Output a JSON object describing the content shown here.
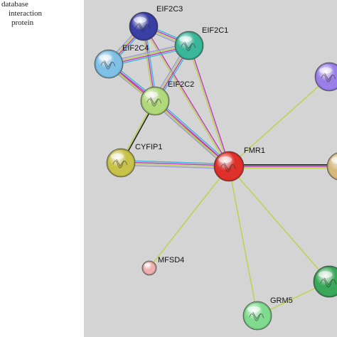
{
  "legend": {
    "lines": [
      "database",
      "interaction",
      "protein"
    ]
  },
  "colors": {
    "panel_bg": "#d4d4d4",
    "edge_database": "#3ab8d8",
    "edge_experimental": "#c436c4",
    "edge_textmining": "#b8d444",
    "edge_coexpression": "#222222",
    "edge_homology": "#9a9ae0"
  },
  "nodes": [
    {
      "id": "EIF2C3",
      "label": "EIF2C3",
      "color": "#3a3fa6",
      "icon": "protein-structure-icon"
    },
    {
      "id": "EIF2C1",
      "label": "EIF2C1",
      "color": "#3ab79a",
      "icon": "protein-structure-icon"
    },
    {
      "id": "EIF2C4",
      "label": "EIF2C4",
      "color": "#7fc0e6",
      "icon": "protein-structure-icon"
    },
    {
      "id": "EIF2C2",
      "label": "EIF2C2",
      "color": "#b0d97a",
      "icon": "protein-structure-icon"
    },
    {
      "id": "CYFIP1",
      "label": "CYFIP1",
      "color": "#c9c24a",
      "icon": "protein-structure-icon"
    },
    {
      "id": "FMR1",
      "label": "FMR1",
      "color": "#e0302a",
      "icon": "protein-structure-icon"
    },
    {
      "id": "MFSD4",
      "label": "MFSD4",
      "color": "#f0b0b0",
      "icon": "protein-node-icon"
    },
    {
      "id": "GRM5",
      "label": "GRM5",
      "color": "#7fdc8f",
      "icon": "protein-structure-icon"
    },
    {
      "id": "NODE_R1",
      "label": "",
      "color": "#9a7fe8",
      "icon": "protein-structure-icon"
    },
    {
      "id": "NODE_R2",
      "label": "",
      "color": "#d6b87a",
      "icon": "protein-node-icon"
    },
    {
      "id": "NODE_R3",
      "label": "",
      "color": "#3aa85a",
      "icon": "protein-structure-icon"
    }
  ],
  "edges": [
    {
      "from": "EIF2C3",
      "to": "EIF2C1",
      "types": [
        "database",
        "experimental",
        "textmining",
        "homology"
      ]
    },
    {
      "from": "EIF2C3",
      "to": "EIF2C4",
      "types": [
        "database",
        "experimental",
        "textmining",
        "homology"
      ]
    },
    {
      "from": "EIF2C3",
      "to": "EIF2C2",
      "types": [
        "database",
        "experimental",
        "textmining"
      ]
    },
    {
      "from": "EIF2C3",
      "to": "FMR1",
      "types": [
        "experimental",
        "textmining"
      ]
    },
    {
      "from": "EIF2C1",
      "to": "EIF2C4",
      "types": [
        "database",
        "experimental",
        "textmining",
        "homology"
      ]
    },
    {
      "from": "EIF2C1",
      "to": "EIF2C2",
      "types": [
        "database",
        "experimental",
        "textmining",
        "homology"
      ]
    },
    {
      "from": "EIF2C1",
      "to": "FMR1",
      "types": [
        "experimental",
        "textmining"
      ]
    },
    {
      "from": "EIF2C4",
      "to": "EIF2C2",
      "types": [
        "database",
        "experimental",
        "textmining",
        "homology"
      ]
    },
    {
      "from": "EIF2C4",
      "to": "FMR1",
      "types": [
        "experimental",
        "textmining"
      ]
    },
    {
      "from": "EIF2C2",
      "to": "FMR1",
      "types": [
        "database",
        "experimental",
        "textmining",
        "homology"
      ]
    },
    {
      "from": "EIF2C2",
      "to": "CYFIP1",
      "types": [
        "coexpression",
        "textmining"
      ]
    },
    {
      "from": "CYFIP1",
      "to": "FMR1",
      "types": [
        "database",
        "experimental",
        "textmining",
        "homology"
      ]
    },
    {
      "from": "FMR1",
      "to": "NODE_R2",
      "types": [
        "coexpression",
        "experimental",
        "textmining"
      ]
    },
    {
      "from": "FMR1",
      "to": "NODE_R1",
      "types": [
        "textmining"
      ]
    },
    {
      "from": "FMR1",
      "to": "MFSD4",
      "types": [
        "textmining"
      ]
    },
    {
      "from": "FMR1",
      "to": "GRM5",
      "types": [
        "textmining"
      ]
    },
    {
      "from": "FMR1",
      "to": "NODE_R3",
      "types": [
        "textmining"
      ]
    },
    {
      "from": "GRM5",
      "to": "NODE_R3",
      "types": [
        "textmining"
      ]
    }
  ]
}
